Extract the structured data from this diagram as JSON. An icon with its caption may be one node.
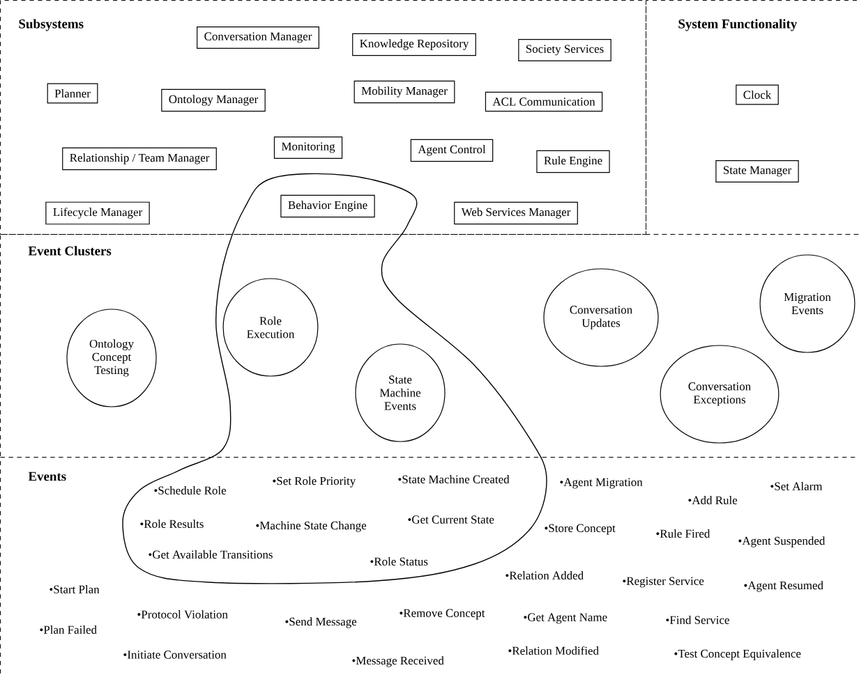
{
  "diagram": {
    "nodes": [
      {
        "text": [
          "Subsystems"
        ]
      },
      {
        "text": [
          "Conversation Manager"
        ],
        "in": 0
      },
      {
        "text": [
          "Knowledge Repository"
        ],
        "in": 0
      },
      {
        "text": [
          "Society Services"
        ],
        "in": 0
      },
      {
        "text": [
          "Planner"
        ],
        "in": 0
      },
      {
        "text": [
          "Ontology Manager"
        ],
        "in": 0
      },
      {
        "text": [
          "Mobility Manager"
        ],
        "in": 0
      },
      {
        "text": [
          "ACL Communication"
        ],
        "in": 0
      },
      {
        "text": [
          "Relationship / Team Manager"
        ],
        "in": 0
      },
      {
        "text": [
          "Monitoring"
        ],
        "in": 0
      },
      {
        "text": [
          "Agent Control"
        ],
        "in": 0
      },
      {
        "text": [
          "Rule Engine"
        ],
        "in": 0
      },
      {
        "text": [
          "Lifecycle Manager"
        ],
        "in": 0
      },
      {
        "text": [
          "Behavior Engine"
        ],
        "in": 0
      },
      {
        "text": [
          "Web Services Manager"
        ],
        "in": 0
      },
      {
        "text": [
          "System Functionality"
        ]
      },
      {
        "text": [
          "Clock"
        ],
        "in": 15
      },
      {
        "text": [
          "State Manager"
        ],
        "in": 15
      },
      {
        "text": [
          "Event Clusters"
        ]
      },
      {
        "text": [
          "Ontology Concept Testing"
        ],
        "in": 18
      },
      {
        "text": [
          "Role Execution"
        ],
        "in": 18
      },
      {
        "text": [
          "State Machine Events"
        ],
        "in": 18
      },
      {
        "text": [
          "Conversation Updates"
        ],
        "in": 18
      },
      {
        "text": [
          "Conversation Exceptions"
        ],
        "in": 18
      },
      {
        "text": [
          "Migration Events"
        ],
        "in": 18
      },
      {
        "text": [
          "Events",
          "•Schedule Role",
          "•Set Role Priority",
          "•State Machine Created",
          "•Agent Migration",
          "•Set Alarm",
          "•Add Rule",
          "•Role Results",
          "•Machine State Change",
          "•Get Current State",
          "•Store Concept",
          "•Rule Fired",
          "•Agent Suspended",
          "•Get Available Transitions",
          "•Role Status",
          "•Relation Added",
          "•Register Service",
          "•Agent Resumed",
          "•Start Plan",
          "•Protocol Violation",
          "•Send Message",
          "•Remove Concept",
          "•Get Agent Name",
          "•Find Service",
          "•Plan Failed",
          "•Initiate Conversation",
          "•Message Received",
          "•Relation Modified",
          "•Test Concept Equivalence"
        ]
      }
    ]
  }
}
